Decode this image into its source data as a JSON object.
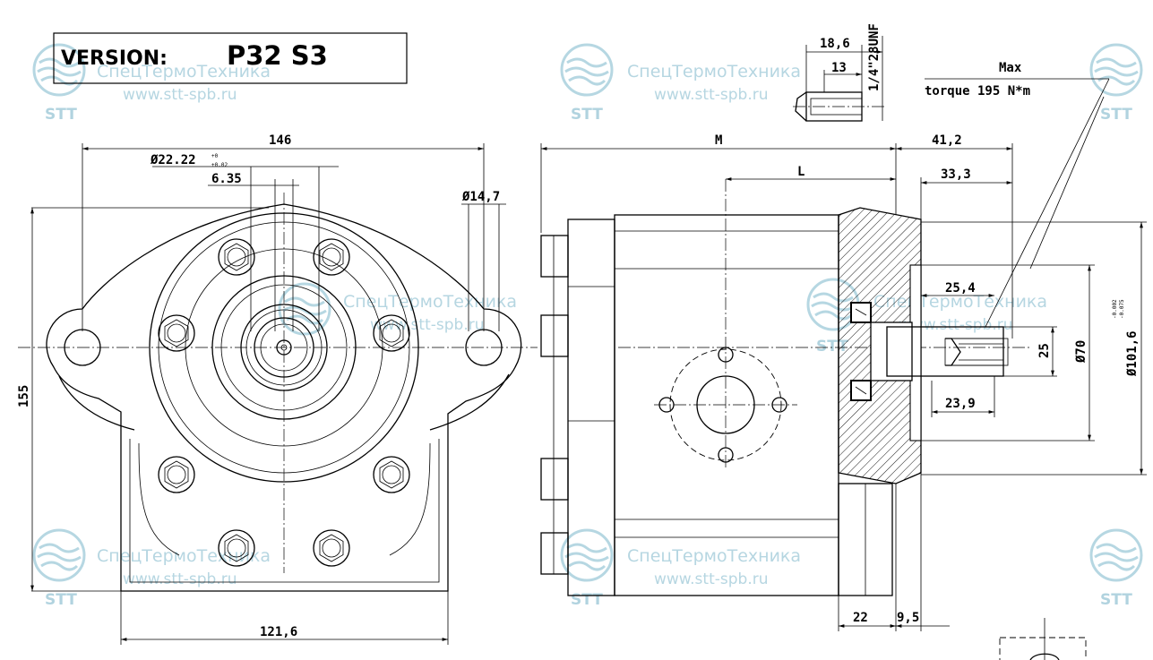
{
  "version_box": {
    "label": "VERSION:",
    "value": "P32 S3"
  },
  "watermark": {
    "company": "СпецТермоТехника",
    "url": "www.stt-spb.ru",
    "logo": "STT"
  },
  "dimensions": {
    "width_146": "146",
    "bore_dia": "Ø22.22",
    "bore_tol_upper": "+0",
    "bore_tol_lower": "+0.02",
    "key_635": "6.35",
    "hole_dia": "Ø14,7",
    "height_155": "155",
    "base_1216": "121,6",
    "M": "M",
    "L": "L",
    "d_412": "41,2",
    "d_333": "33,3",
    "d_254": "25,4",
    "d_25": "25",
    "d_70": "Ø70",
    "d_1016": "Ø101,6",
    "d_1016_tol_upper": "-0.002",
    "d_1016_tol_lower": "-0.075",
    "d_239": "23,9",
    "d_22": "22",
    "d_95": "9,5",
    "d_186": "18,6",
    "d_13": "13",
    "thread": "1/4\"28UNF"
  },
  "notes": {
    "max": "Max",
    "torque": "torque 195 N*m"
  }
}
